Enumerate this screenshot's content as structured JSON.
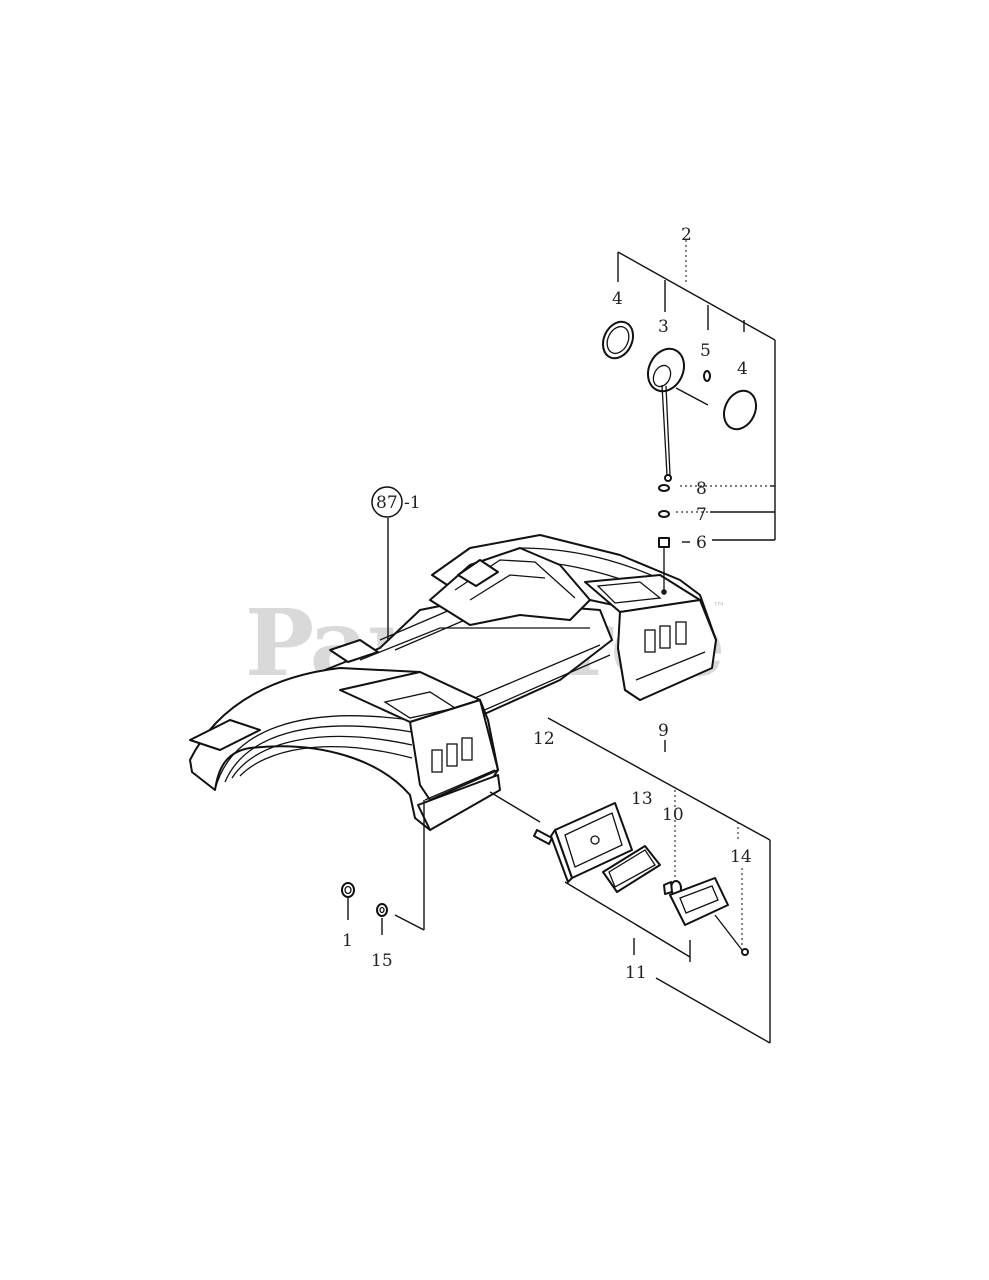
{
  "watermark": {
    "text": "PartsTree",
    "trademark": "™"
  },
  "callouts": {
    "c1": "1",
    "c2": "2",
    "c3": "3",
    "c4a": "4",
    "c4b": "4",
    "c5": "5",
    "c6": "6",
    "c7": "7",
    "c8": "8",
    "c9": "9",
    "c10": "10",
    "c11": "11",
    "c12": "12",
    "c13": "13",
    "c14": "14",
    "c15": "15",
    "ref_circle": "87",
    "ref_suffix": "-1"
  }
}
